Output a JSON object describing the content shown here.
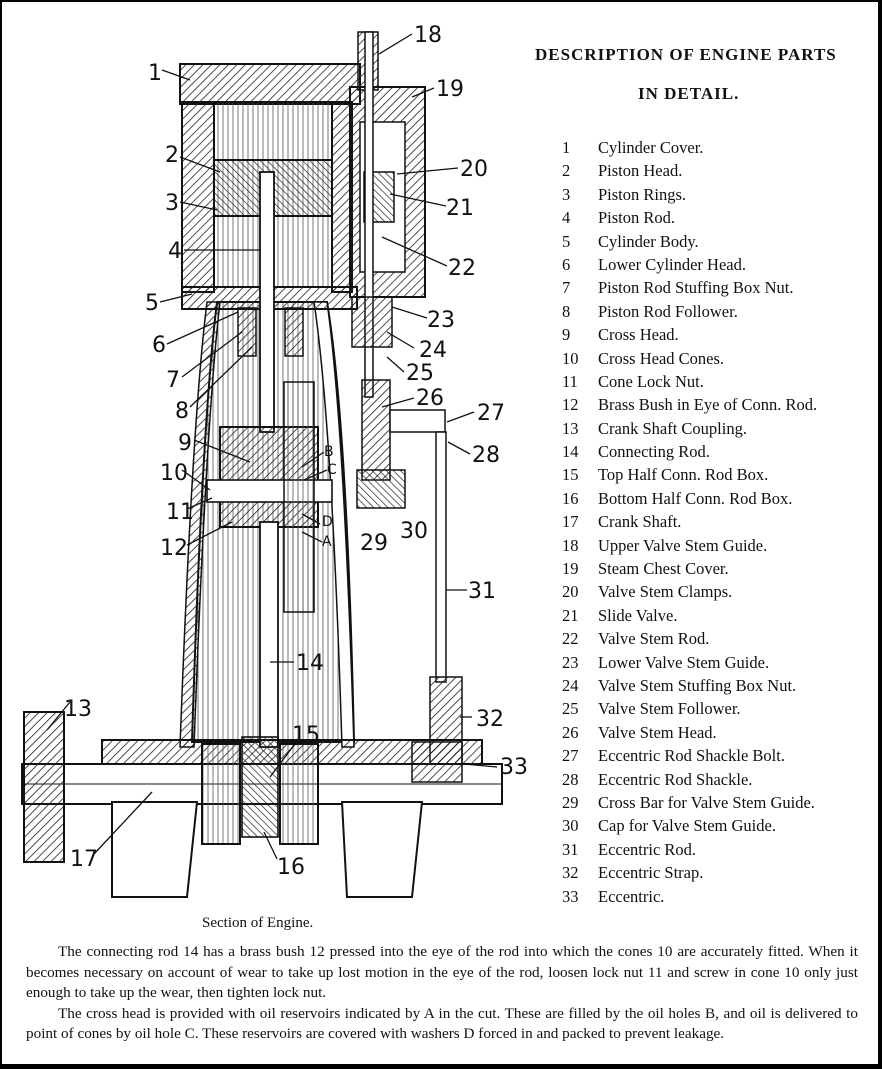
{
  "heading": {
    "line1": "DESCRIPTION OF ENGINE PARTS",
    "line2": "IN DETAIL."
  },
  "parts": [
    {
      "num": "1",
      "name": "Cylinder Cover."
    },
    {
      "num": "2",
      "name": "Piston Head."
    },
    {
      "num": "3",
      "name": "Piston Rings."
    },
    {
      "num": "4",
      "name": "Piston Rod."
    },
    {
      "num": "5",
      "name": "Cylinder Body."
    },
    {
      "num": "6",
      "name": "Lower Cylinder Head."
    },
    {
      "num": "7",
      "name": "Piston Rod Stuffing Box Nut."
    },
    {
      "num": "8",
      "name": "Piston Rod Follower."
    },
    {
      "num": "9",
      "name": "Cross Head."
    },
    {
      "num": "10",
      "name": "Cross Head Cones."
    },
    {
      "num": "11",
      "name": "Cone Lock Nut."
    },
    {
      "num": "12",
      "name": "Brass Bush in Eye of Conn. Rod."
    },
    {
      "num": "13",
      "name": "Crank Shaft Coupling."
    },
    {
      "num": "14",
      "name": "Connecting Rod."
    },
    {
      "num": "15",
      "name": "Top Half Conn. Rod Box."
    },
    {
      "num": "16",
      "name": "Bottom Half Conn. Rod Box."
    },
    {
      "num": "17",
      "name": "Crank Shaft."
    },
    {
      "num": "18",
      "name": "Upper Valve Stem Guide."
    },
    {
      "num": "19",
      "name": "Steam Chest Cover."
    },
    {
      "num": "20",
      "name": "Valve Stem Clamps."
    },
    {
      "num": "21",
      "name": "Slide Valve."
    },
    {
      "num": "22",
      "name": "Valve Stem Rod."
    },
    {
      "num": "23",
      "name": "Lower Valve Stem Guide."
    },
    {
      "num": "24",
      "name": "Valve Stem Stuffing Box Nut."
    },
    {
      "num": "25",
      "name": "Valve Stem Follower."
    },
    {
      "num": "26",
      "name": "Valve Stem Head."
    },
    {
      "num": "27",
      "name": "Eccentric Rod Shackle Bolt."
    },
    {
      "num": "28",
      "name": "Eccentric Rod Shackle."
    },
    {
      "num": "29",
      "name": "Cross Bar for Valve Stem Guide."
    },
    {
      "num": "30",
      "name": "Cap for Valve Stem Guide."
    },
    {
      "num": "31",
      "name": "Eccentric Rod."
    },
    {
      "num": "32",
      "name": "Eccentric Strap."
    },
    {
      "num": "33",
      "name": "Eccentric."
    }
  ],
  "callouts": {
    "c1": "1",
    "c2": "2",
    "c3": "3",
    "c4": "4",
    "c5": "5",
    "c6": "6",
    "c7": "7",
    "c8": "8",
    "c9": "9",
    "c10": "10",
    "c11": "11",
    "c12": "12",
    "c13": "13",
    "c14": "14",
    "c15": "15",
    "c16": "16",
    "c17": "17",
    "c18": "18",
    "c19": "19",
    "c20": "20",
    "c21": "21",
    "c22": "22",
    "c23": "23",
    "c24": "24",
    "c25": "25",
    "c26": "26",
    "c27": "27",
    "c28": "28",
    "c29": "29",
    "c30": "30",
    "c31": "31",
    "c32": "32",
    "c33": "33",
    "cA": "A",
    "cB": "B",
    "cC": "C",
    "cD": "D"
  },
  "caption": "Section of Engine.",
  "paragraphs": [
    "The connecting rod 14 has a brass bush 12 pressed into the eye of the rod into which the cones 10 are accurately fitted. When it becomes necessary on account of wear to take up lost motion in the eye of the rod, loosen lock nut 11 and screw in cone 10 only just enough to take up the wear, then tighten lock nut.",
    "The cross head is provided with oil reservoirs indicated by A in the cut. These are filled by the oil holes B, and oil is delivered to point of cones by oil hole C. These reservoirs are covered with washers D forced in and packed to prevent leakage."
  ]
}
